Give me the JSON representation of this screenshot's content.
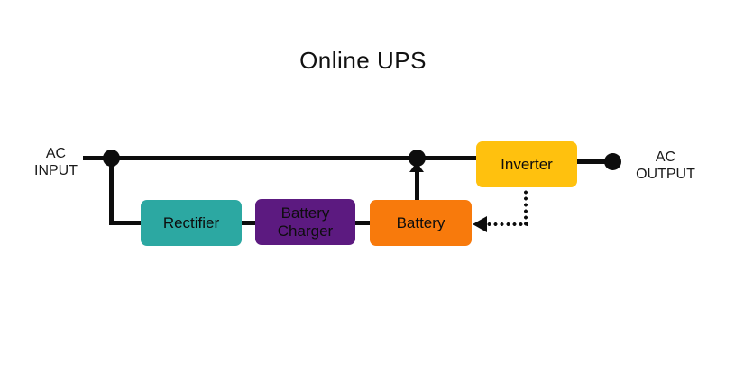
{
  "title": "Online UPS",
  "ac_input": {
    "line1": "AC",
    "line2": "INPUT"
  },
  "ac_output": {
    "line1": "AC",
    "line2": "OUTPUT"
  },
  "blocks": {
    "rectifier": {
      "label": "Rectifier",
      "color": "#2CA8A2"
    },
    "battery_charger": {
      "label_line1": "Battery",
      "label_line2": "Charger",
      "color": "#5C1A80"
    },
    "battery": {
      "label": "Battery",
      "color": "#F87A0C"
    },
    "inverter": {
      "label": "Inverter",
      "color": "#FFC10E"
    }
  },
  "colors": {
    "line": "#0D0D0D",
    "background": "#FFFFFF",
    "text": "#111111"
  }
}
